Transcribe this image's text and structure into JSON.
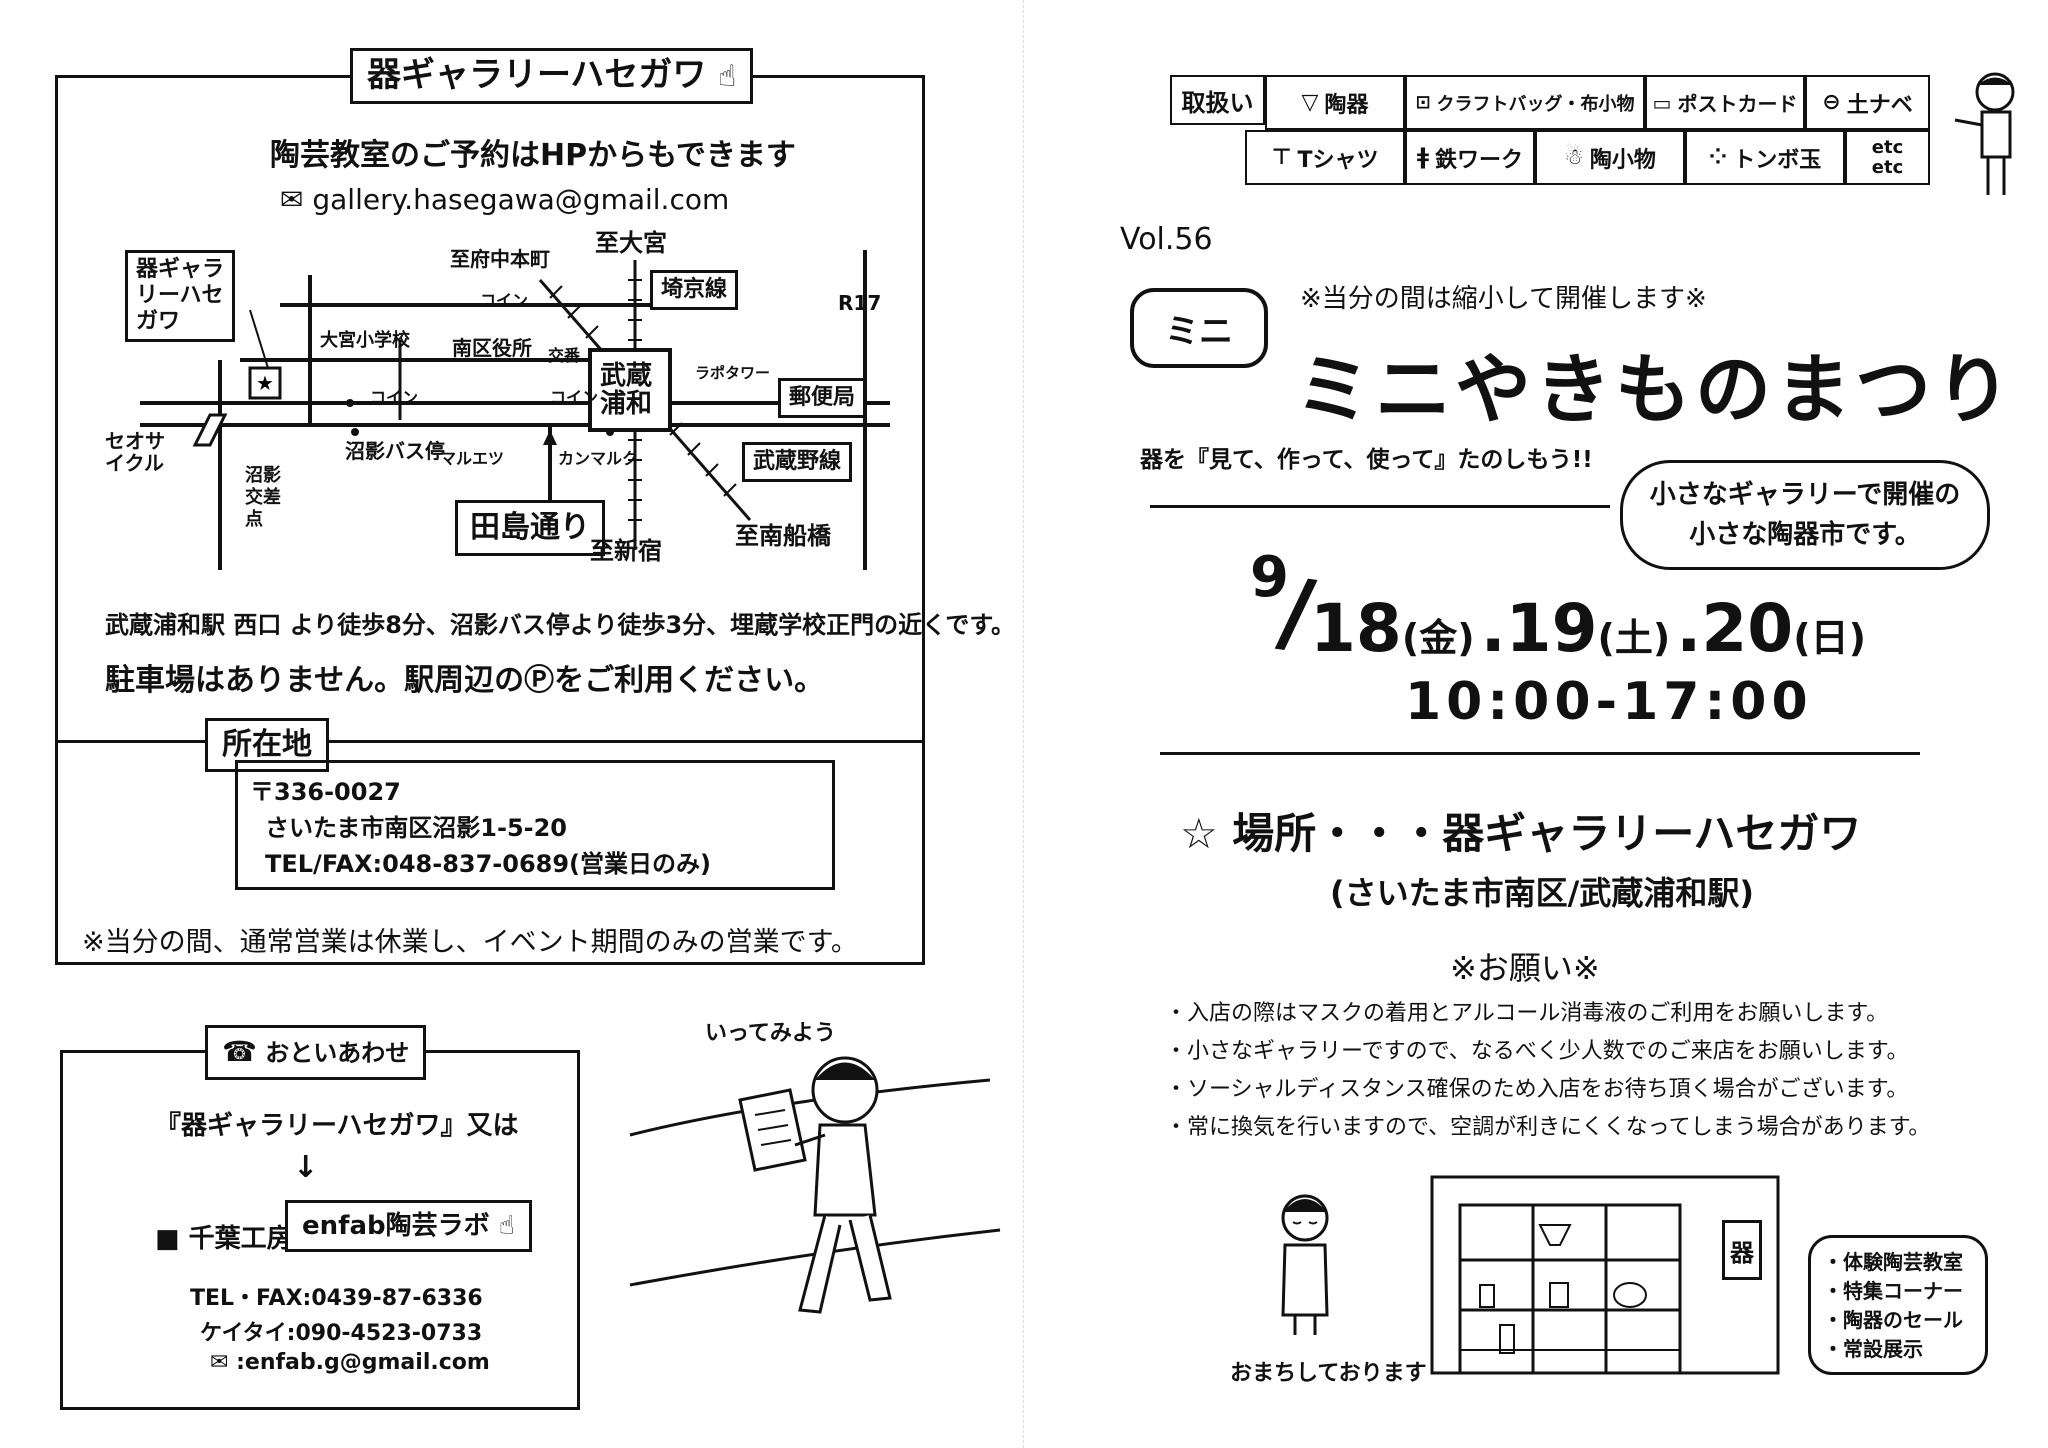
{
  "left": {
    "gallery_tag": "器ギャラリーハセガワ",
    "reservation_note": "陶芸教室のご予約はHPからもできます",
    "email": "gallery.hasegawa@gmail.com",
    "map": {
      "gallery_label": "器ギャラリーハセガワ",
      "to_fuchu": "至府中本町",
      "to_omiya": "至大宮",
      "saikyo_line": "埼京線",
      "r17": "R17",
      "coin_p_top": "コイン",
      "omiya_school": "大宮小学校",
      "minami_ward_office": "南区役所",
      "koban": "交番",
      "musashi_urawa_station": "武蔵浦和",
      "lions_tower": "ラポタワー",
      "post_office": "郵便局",
      "coin_p_left": "コイン",
      "coin_p_mid": "コイン",
      "seo_cycle": "セオサイクル",
      "bus_stop": "沼影バス停",
      "marueitsu": "マルエツ",
      "kanmaruku": "カンマルク",
      "musashino_line": "武蔵野線",
      "numakage_intersection": "沼影交差点",
      "tajima_dori": "田島通り",
      "to_shinjuku": "至新宿",
      "to_funabashi": "至南船橋"
    },
    "directions_line1": "武蔵浦和駅 西口 より徒歩8分、沼影バス停より徒歩3分、埋蔵学校正門の近くです。",
    "directions_line2": "駐車場はありません。駅周辺のⓅをご利用ください。",
    "address_tag": "所在地",
    "postal": "〒336-0027",
    "address": "さいたま市南区沼影1-5-20",
    "tel": "TEL/FAX:048-837-0689(営業日のみ)",
    "notice": "※当分の間、通常営業は休業し、イベント期間のみの営業です。",
    "contact_tag": "おといあわせ",
    "contact_line1": "『器ギャラリーハセガワ』又は",
    "arrow": "↓",
    "chiba_label": "■ 千葉工房",
    "enfab": "enfab陶芸ラボ",
    "contact_tel": "TEL・FAX:0439-87-6336",
    "contact_mobile": "ケイタイ:090-4523-0733",
    "contact_email": ":enfab.g@gmail.com",
    "speech": "いってみよう"
  },
  "right": {
    "categories_tag": "取扱い",
    "categories": [
      {
        "label": "陶器",
        "icon": "bowl-icon"
      },
      {
        "label": "クラフトバッグ・布小物",
        "icon": "bag-icon"
      },
      {
        "label": "ポストカード",
        "icon": "postcard-icon"
      },
      {
        "label": "土ナベ",
        "icon": "pot-icon"
      },
      {
        "label": "Tシャツ",
        "icon": "tshirt-icon"
      },
      {
        "label": "鉄ワーク",
        "icon": "tools-icon"
      },
      {
        "label": "陶小物",
        "icon": "figurine-icon"
      },
      {
        "label": "トンボ玉",
        "icon": "beads-icon"
      },
      {
        "label": "etc\netc",
        "icon": ""
      }
    ],
    "vol": "Vol.56",
    "mini_bubble": "ミニ",
    "reduced_notice": "※当分の間は縮小して開催します※",
    "title": "ミニやきものまつり",
    "tagline": "器を『見て、作って、使って』たのしもう!!",
    "bubble_line1": "小さなギャラリーで開催の",
    "bubble_line2": "小さな陶器市です。",
    "date_month": "9",
    "date_slash": "/",
    "day1": "18",
    "dow1": "(金)",
    "day2": ".19",
    "dow2": "(土)",
    "day3": ".20",
    "dow3": "(日)",
    "hours": "10:00-17:00",
    "place_line": "☆ 場所・・・器ギャラリーハセガワ",
    "place_sub": "(さいたま市南区/武蔵浦和駅)",
    "request_title": "※お願い※",
    "requests": [
      "・入店の際はマスクの着用とアルコール消毒液のご利用をお願いします。",
      "・小さなギャラリーですので、なるべく少人数でのご来店をお願いします。",
      "・ソーシャルディスタンス確保のため入店をお待ち頂く場合がございます。",
      "・常に換気を行いますので、空調が利きにくくなってしまう場合があります。"
    ],
    "waiting": "おまちしております",
    "shop_sign": "器",
    "features": [
      "・体験陶芸教室",
      "・特集コーナー",
      "・陶器のセール",
      "・常設展示"
    ]
  }
}
